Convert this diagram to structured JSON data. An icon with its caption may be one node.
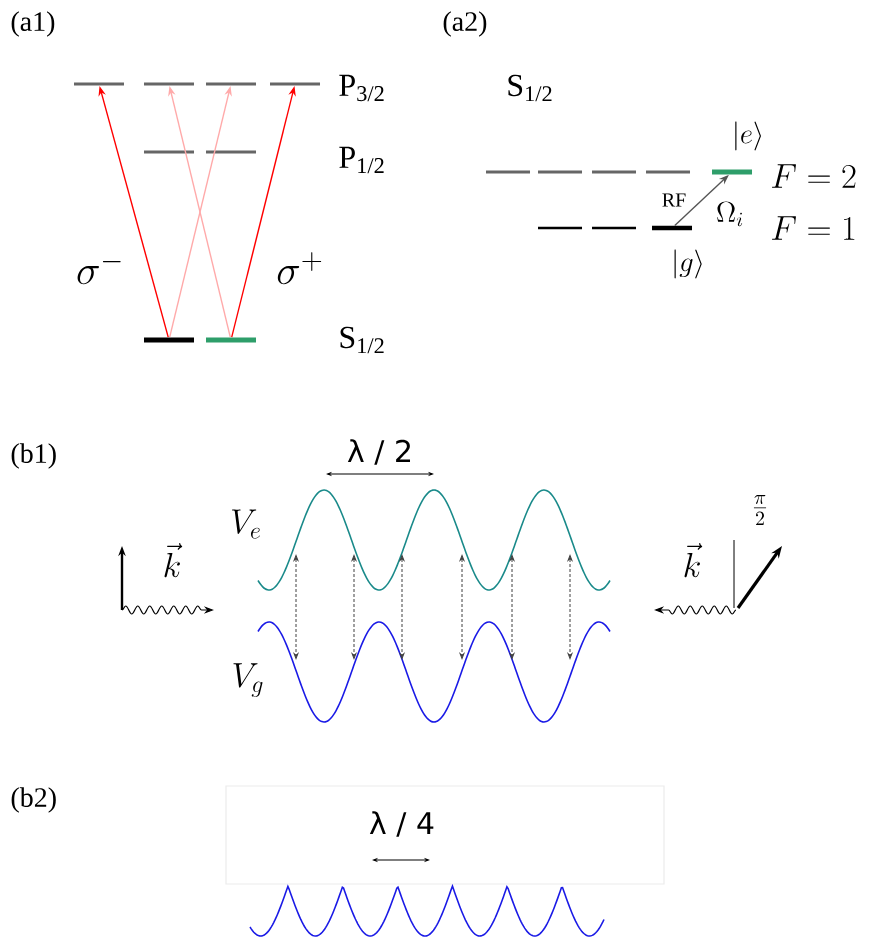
{
  "diagram": {
    "nodes": [
      {
        "text": [],
        "shape": "bar"
      },
      {
        "text": [],
        "shape": "bar"
      },
      {
        "text": [],
        "shape": "bar"
      },
      {
        "text": [],
        "shape": "bar"
      },
      {
        "text": [],
        "shape": "bar"
      },
      {
        "text": [],
        "shape": "bar"
      },
      {
        "text": [],
        "shape": "bar"
      },
      {
        "text": [],
        "shape": "bar"
      },
      {
        "text": [],
        "shape": "bar"
      },
      {
        "text": [],
        "shape": "bar"
      },
      {
        "text": [],
        "shape": "bar"
      },
      {
        "text": [],
        "shape": "bar"
      },
      {
        "text": [],
        "shape": "bar"
      },
      {
        "text": [],
        "shape": "bar"
      },
      {
        "text": [],
        "shape": "bar"
      },
      {
        "text": [],
        "shape": "bar"
      },
      {
        "text": [],
        "shape": "curve"
      },
      {
        "text": [],
        "shape": "curve"
      },
      {
        "text": [
          "λ / 4"
        ]
      }
    ],
    "edges": [
      {
        "from": 6,
        "to": 0,
        "arrow": "to",
        "color": "#ff0000"
      },
      {
        "from": 6,
        "to": 2,
        "arrow": "to",
        "color": "#ffaaaa"
      },
      {
        "from": 7,
        "to": 1,
        "arrow": "to",
        "color": "#ffaaaa"
      },
      {
        "from": 7,
        "to": 3,
        "arrow": "to",
        "color": "#ff0000"
      },
      {
        "from": 15,
        "to": 12,
        "arrow": "to",
        "label": "RF",
        "color": "#555555"
      },
      {
        "from": 16,
        "to": 17,
        "arrow": "both",
        "style": "dashed"
      },
      {
        "from": 16,
        "to": 17,
        "arrow": "both",
        "style": "dashed"
      },
      {
        "from": 16,
        "to": 17,
        "arrow": "both",
        "style": "dashed"
      },
      {
        "from": 16,
        "to": 17,
        "arrow": "both",
        "style": "dashed"
      },
      {
        "from": 16,
        "to": 17,
        "arrow": "both",
        "style": "dashed"
      },
      {
        "from": 16,
        "to": 17,
        "arrow": "both",
        "style": "dashed"
      }
    ],
    "labels": [
      "(a1)",
      "P$_{3/2}$",
      "P$_{1/2}$",
      "\\sigma^-",
      "\\sigma^+",
      "S$_{1/2}$",
      "(a2)",
      "S$_{1/2}$",
      "|e\\rangle",
      "F=2",
      "\\Omega_i",
      "F=1",
      "|g\\rangle",
      "(b1)",
      "λ / 2",
      "V_e",
      "\\vec{k}",
      "\\vec{k}",
      "\\frac{\\pi}{2}",
      "V_g",
      "(b2)"
    ]
  }
}
